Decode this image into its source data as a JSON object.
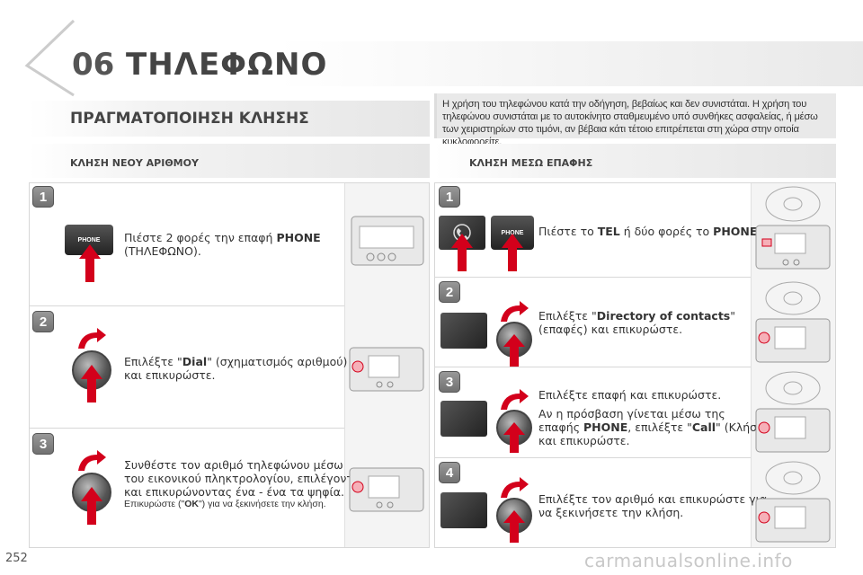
{
  "header": {
    "chapter_number": "06",
    "chapter_title": "ΤΗΛΕΦΩΝΟ"
  },
  "warning": "Η χρήση του τηλεφώνου κατά την οδήγηση, βεβαίως και δεν συνιστάται. Η χρήση του τηλεφώνου συνιστάται με το αυτοκίνητο σταθμευμένο υπό συνθήκες ασφαλείας, ή μέσω των χειριστηρίων στο τιμόνι, αν βέβαια κάτι τέτοιο επιτρέπεται στη χώρα στην οποία κυκλοφορείτε.",
  "section_title": "ΠΡΑΓΜΑΤΟΠΟΙΗΣΗ ΚΛΗΣΗΣ",
  "left": {
    "subhead": "ΚΛΗΣΗ ΝΕΟΥ ΑΡΙΘΜΟΥ",
    "steps": [
      {
        "num": "1",
        "button_label": "PHONE",
        "t1": "Πιέστε 2 φορές την επαφή ",
        "b1": "PHONE",
        "t2": "(ΤΗΛΕΦΩΝΟ)."
      },
      {
        "num": "2",
        "t1": "Επιλέξτε \"",
        "b1": "Dial",
        "t2": "\" (σχηματισμός αριθμού)",
        "t3": "και επικυρώστε."
      },
      {
        "num": "3",
        "t1": "Συνθέστε τον αριθμό τηλεφώνου μέσω",
        "t2": "του εικονικού πληκτρολογίου, επιλέγοντας",
        "t3": "και επικυρώνοντας ένα - ένα τα ψηφία.",
        "s1": "Επικυρώστε (\"",
        "sb": "OK",
        "s2": "\") για να ξεκινήσετε την κλήση."
      }
    ]
  },
  "right": {
    "subhead": "ΚΛΗΣΗ ΜΕΣΩ ΕΠΑΦΗΣ",
    "steps": [
      {
        "num": "1",
        "button_label": "PHONE",
        "t1": "Πιέστε το ",
        "b1": "TEL",
        "t2": " ή δύο φορές το ",
        "b2": "PHONE",
        "t3": "."
      },
      {
        "num": "2",
        "t1": "Επιλέξτε \"",
        "b1": "Directory of contacts",
        "t2": "\"",
        "t3": "(επαφές) και επικυρώστε."
      },
      {
        "num": "3",
        "t1": "Επιλέξτε επαφή και επικυρώστε.",
        "t2": "Αν η πρόσβαση γίνεται μέσω της",
        "t3": "επαφής ",
        "b1": "PHONE",
        "t4": ", επιλέξτε \"",
        "b2": "Call",
        "t5": "\" (Κλήση)",
        "t6": "και επικυρώστε."
      },
      {
        "num": "4",
        "t1": "Επιλέξτε τον αριθμό και επικυρώστε για",
        "t2": "να ξεκινήσετε την κλήση."
      }
    ]
  },
  "page_number": "252",
  "watermark": "carmanualsonline.info",
  "colors": {
    "arrow": "#d3001b",
    "badge": "#7a7a7a",
    "warning_bg": "#e9e9e9"
  }
}
